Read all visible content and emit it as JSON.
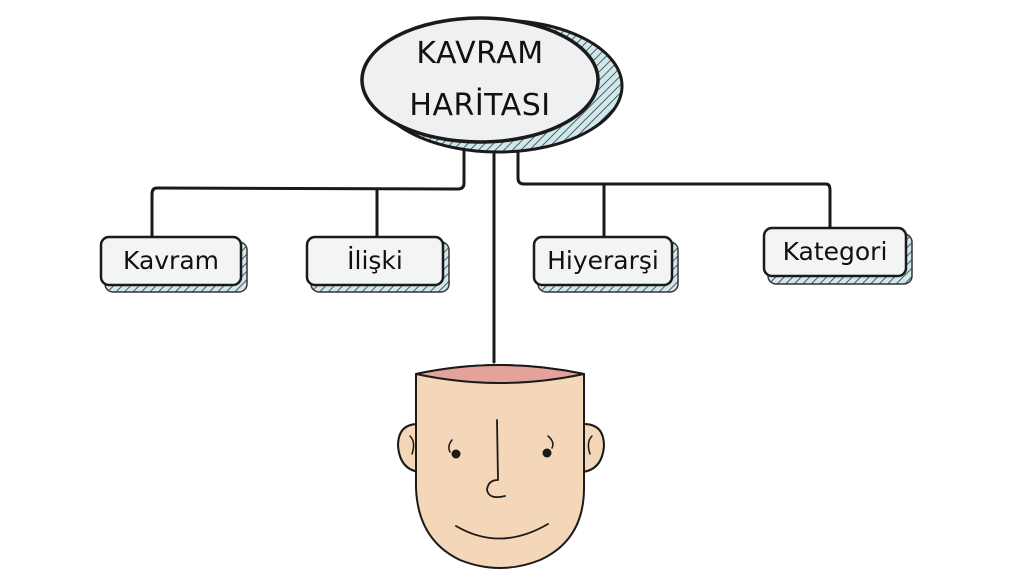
{
  "diagram": {
    "root": {
      "line1": "KAVRAM",
      "line2": "HARİTASI"
    },
    "nodes": [
      {
        "label": "Kavram"
      },
      {
        "label": "İlişki"
      },
      {
        "label": "Hiyerarşi"
      },
      {
        "label": "Kategori"
      }
    ],
    "illustration": "cartoon-head-open-top",
    "colors": {
      "outline": "#1a1a1a",
      "ellipse_fill": "#eef0f1",
      "shadow_fill": "#cfe8ec",
      "node_fill": "#f3f4f4",
      "skin": "#f4d6b8",
      "head_top": "#e3a39a"
    }
  }
}
